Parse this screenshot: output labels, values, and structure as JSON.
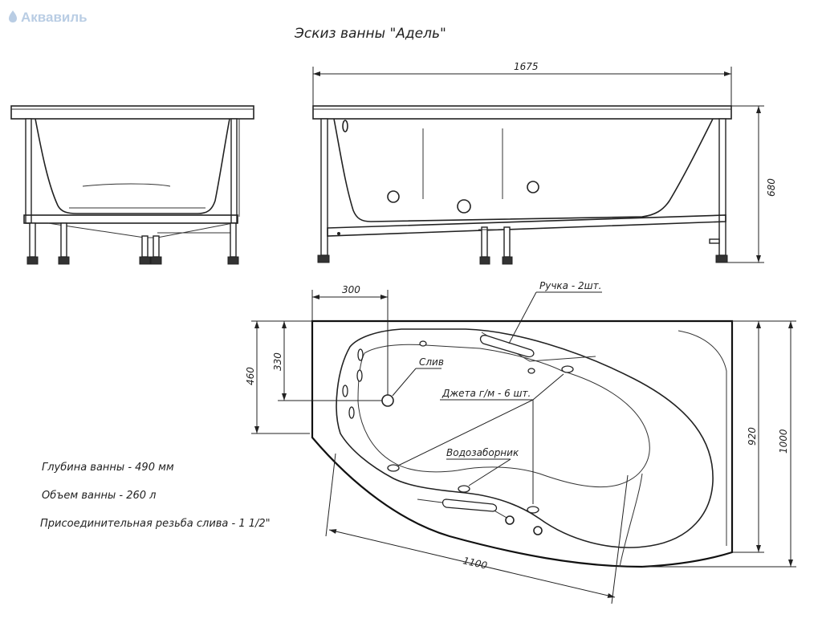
{
  "brand": {
    "logo_text": "Аквавиль",
    "logo_color": "#b9cde4"
  },
  "title": "Эскиз ванны \"Адель\"",
  "dimensions": {
    "length": "1675",
    "height": "680",
    "offset_300": "300",
    "offset_330": "330",
    "offset_460": "460",
    "width_920": "920",
    "width_1000": "1000",
    "diagonal_1100": "1100"
  },
  "callouts": {
    "handle": "Ручка - 2шт.",
    "drain": "Слив",
    "jets": "Джета г/м - 6 шт.",
    "intake": "Водозаборник"
  },
  "notes": [
    "Глубина ванны - 490 мм",
    "Объем ванны -  260 л",
    "Присоединительная резьба слива - 1 1/2\""
  ],
  "colors": {
    "line": "#222222",
    "background": "#ffffff"
  }
}
